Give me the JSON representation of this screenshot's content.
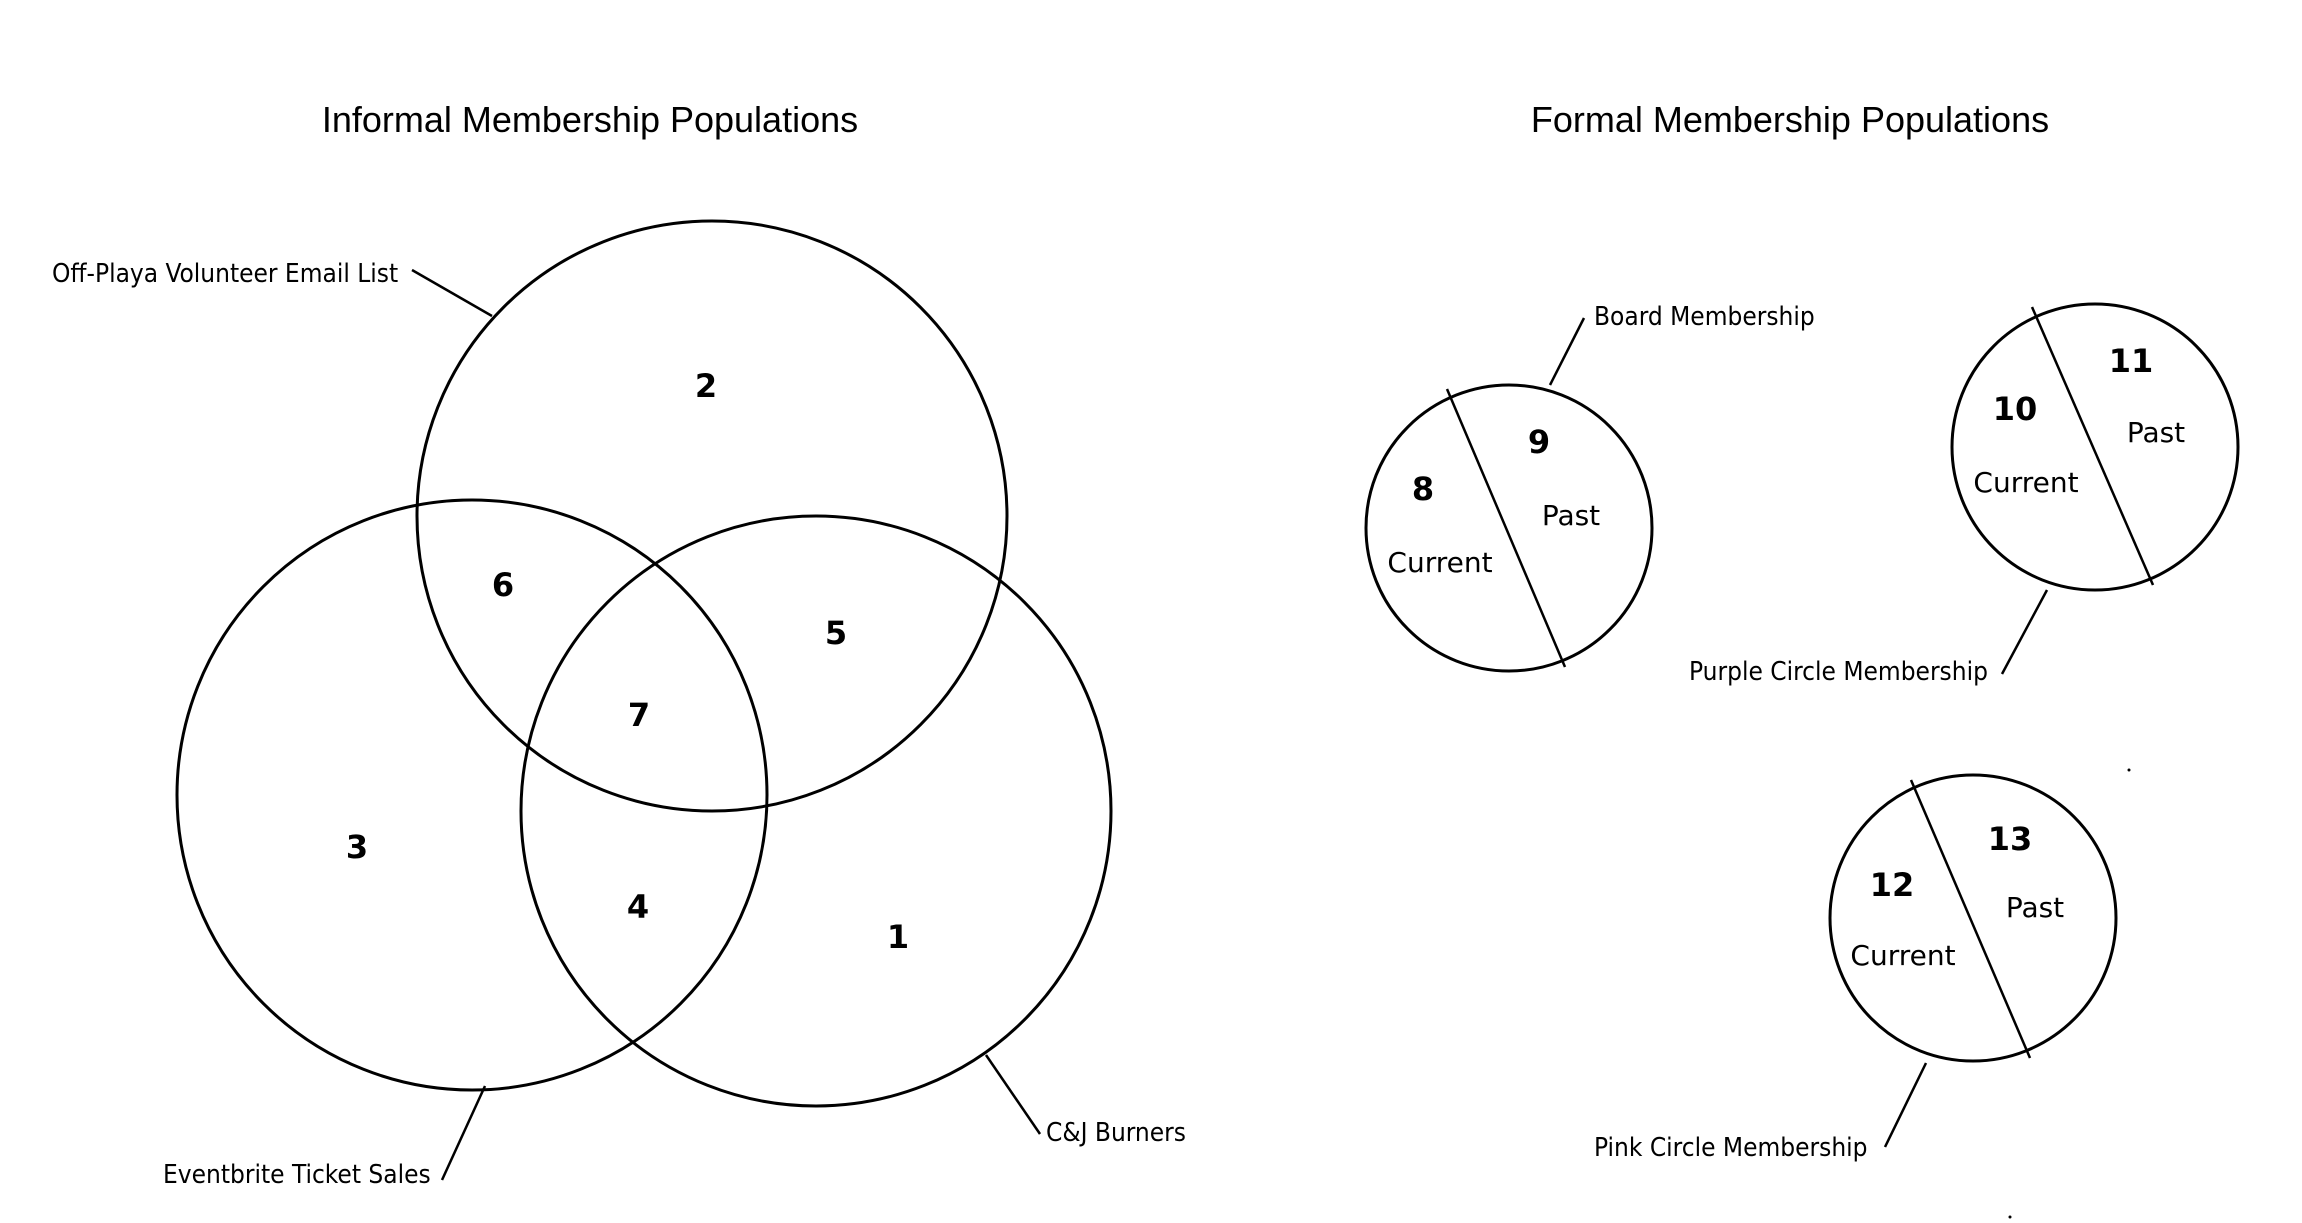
{
  "left_panel": {
    "title": "Informal Membership Populations",
    "labels": {
      "volunteer_list": "Off-Playa Volunteer Email List",
      "eventbrite": "Eventbrite Ticket Sales",
      "cj_burners": "C&J Burners"
    },
    "regions": {
      "r1": "1",
      "r2": "2",
      "r3": "3",
      "r4": "4",
      "r5": "5",
      "r6": "6",
      "r7": "7"
    }
  },
  "right_panel": {
    "title": "Formal Membership Populations",
    "board": {
      "label": "Board Membership",
      "current_num": "8",
      "current_label": "Current",
      "past_num": "9",
      "past_label": "Past"
    },
    "purple": {
      "label": "Purple Circle Membership",
      "current_num": "10",
      "current_label": "Current",
      "past_num": "11",
      "past_label": "Past"
    },
    "pink": {
      "label": "Pink Circle Membership",
      "current_num": "12",
      "current_label": "Current",
      "past_num": "13",
      "past_label": "Past"
    }
  },
  "colors": {
    "stroke": "#000000",
    "background": "#ffffff"
  }
}
